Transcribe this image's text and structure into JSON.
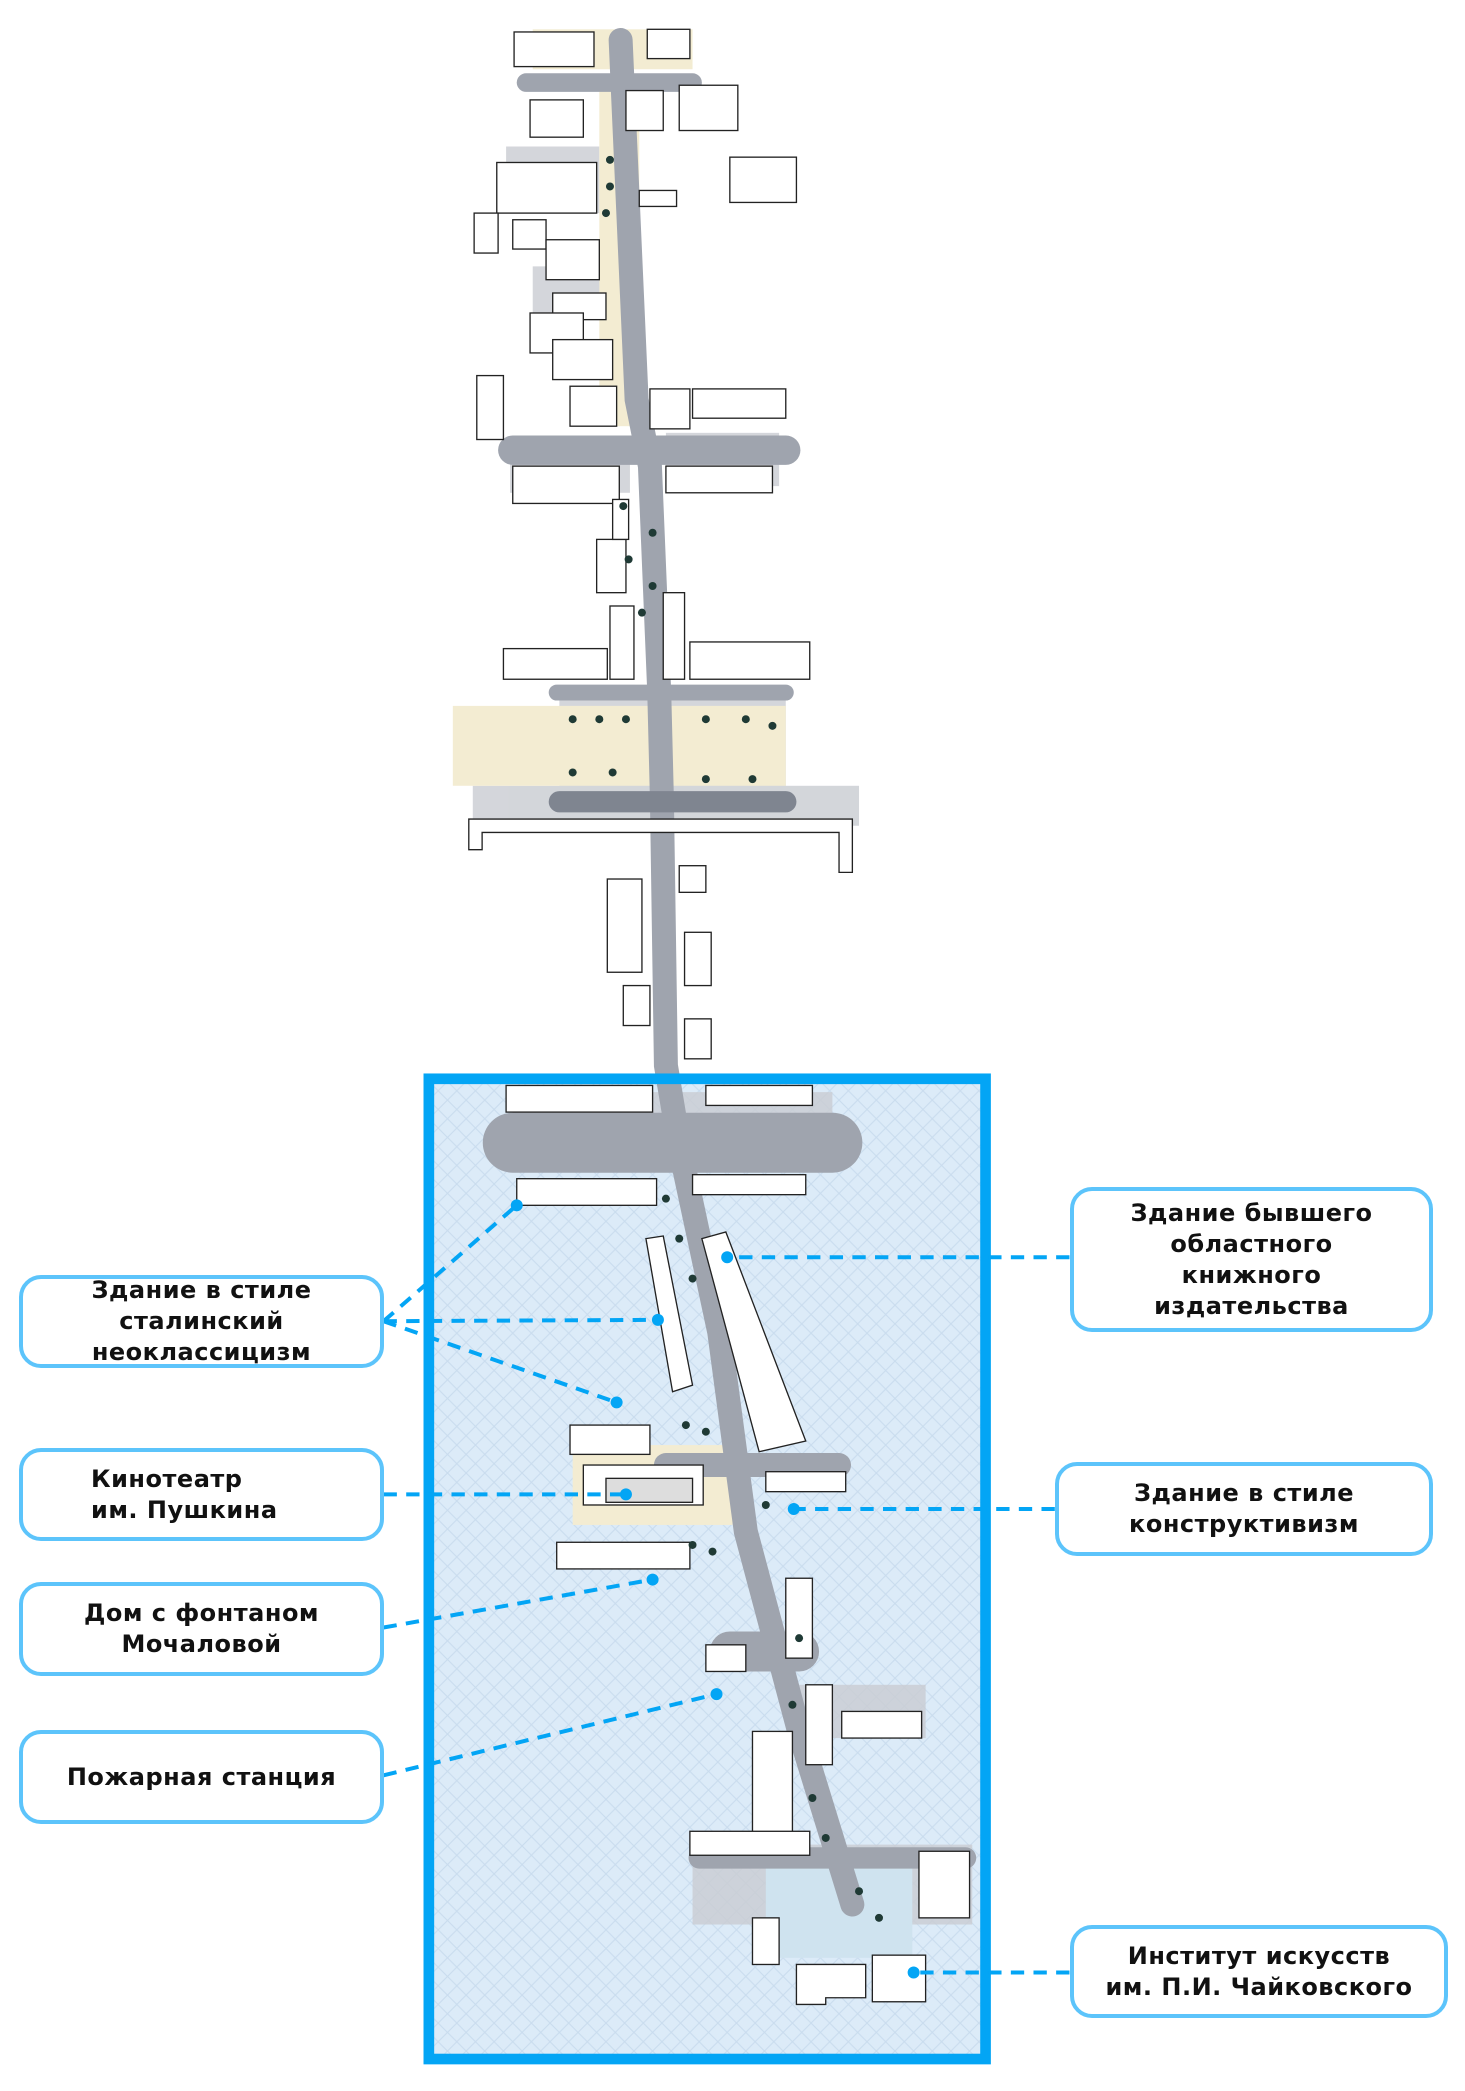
{
  "colors": {
    "accent": "#03a5f5",
    "box_border": "#5cc4fb",
    "highlight_fill": "#dcebf8",
    "road": "#9fa4ae",
    "sidewalk": "#f3ecd2",
    "tree": "#1f3a35"
  },
  "labels": {
    "stalin": "Здание в стиле\nсталинский\nнеоклассицизм",
    "cinema": "Кинотеатр\nим.  Пушкина",
    "fountain": "Дом с фонтаном\nМочаловой",
    "fire_station": "Пожарная станция",
    "publishing": "Здание бывшего\nобластного\nкнижного\nиздательства",
    "constructivism": "Здание в стиле\nконструктивизм",
    "institute": "Институт искусств\nим. П.И. Чайковского"
  }
}
